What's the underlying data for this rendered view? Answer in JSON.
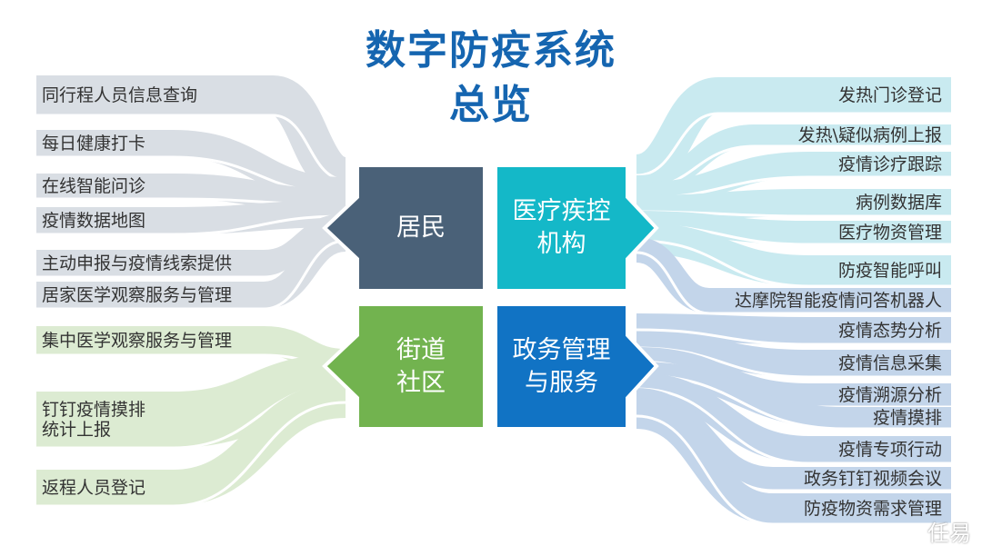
{
  "title": {
    "line1": "数字防疫系统",
    "line2": "总览"
  },
  "quadrants": [
    {
      "label": "居民",
      "color": "#4a6178"
    },
    {
      "label": "医疗疾控\n机构",
      "color": "#14b8c8"
    },
    {
      "label": "街道\n社区",
      "color": "#72b34f"
    },
    {
      "label": "政务管理\n与服务",
      "color": "#1173c4"
    }
  ],
  "left_items": [
    "同行程人员信息查询",
    "每日健康打卡",
    "在线智能问诊",
    "疫情数据地图",
    "主动申报与疫情线索提供",
    "居家医学观察服务与管理",
    "集中医学观察服务与管理",
    "钉钉疫情摸排\n统计上报",
    "返程人员登记"
  ],
  "right_items": [
    "发热门诊登记",
    "发热\\疑似病例上报",
    "疫情诊疗跟踪",
    "病例数据库",
    "医疗物资管理",
    "防疫智能呼叫",
    "达摩院智能疫情问答机器人",
    "疫情态势分析",
    "疫情信息采集",
    "疫情溯源分析",
    "疫情摸排",
    "疫情专项行动",
    "政务钉钉视频会议",
    "防疫物资需求管理"
  ],
  "colors": {
    "left_gray": "#d9dee4",
    "left_green": "#dcebd2",
    "right_cyan": "#c9eaf0",
    "right_blue": "#c3d5ea"
  },
  "watermark": "任易"
}
